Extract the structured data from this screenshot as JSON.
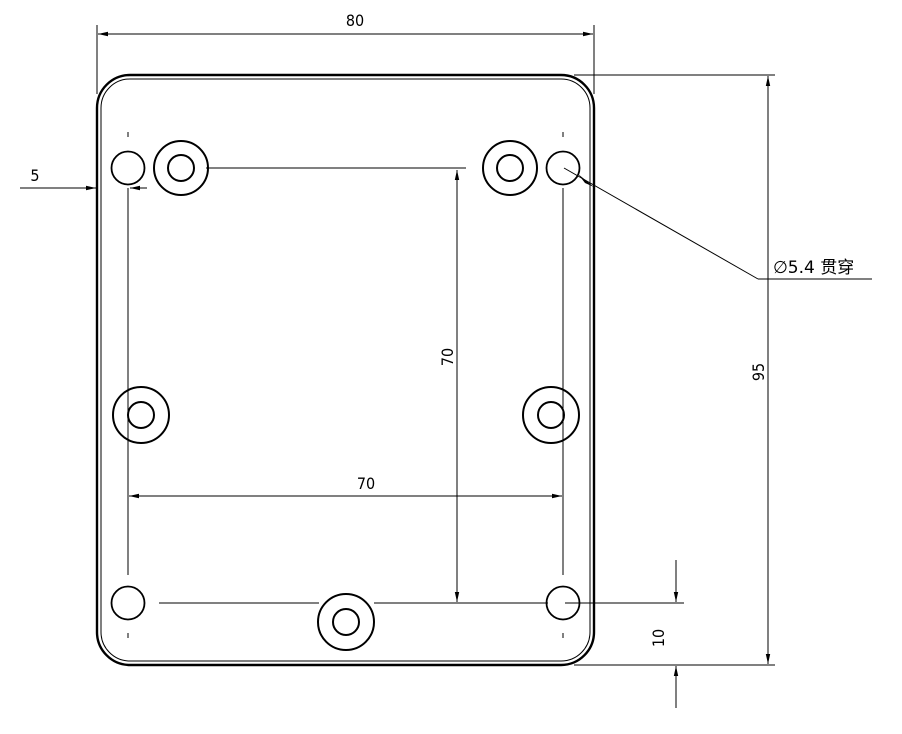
{
  "dimensions": {
    "width_label": "80",
    "height_label": "95",
    "edge_offset_label": "5",
    "vertical_spacing_label": "70",
    "horizontal_spacing_label": "70",
    "bottom_offset_label": "10"
  },
  "callout": {
    "hole_label": "∅5.4 贯穿"
  }
}
